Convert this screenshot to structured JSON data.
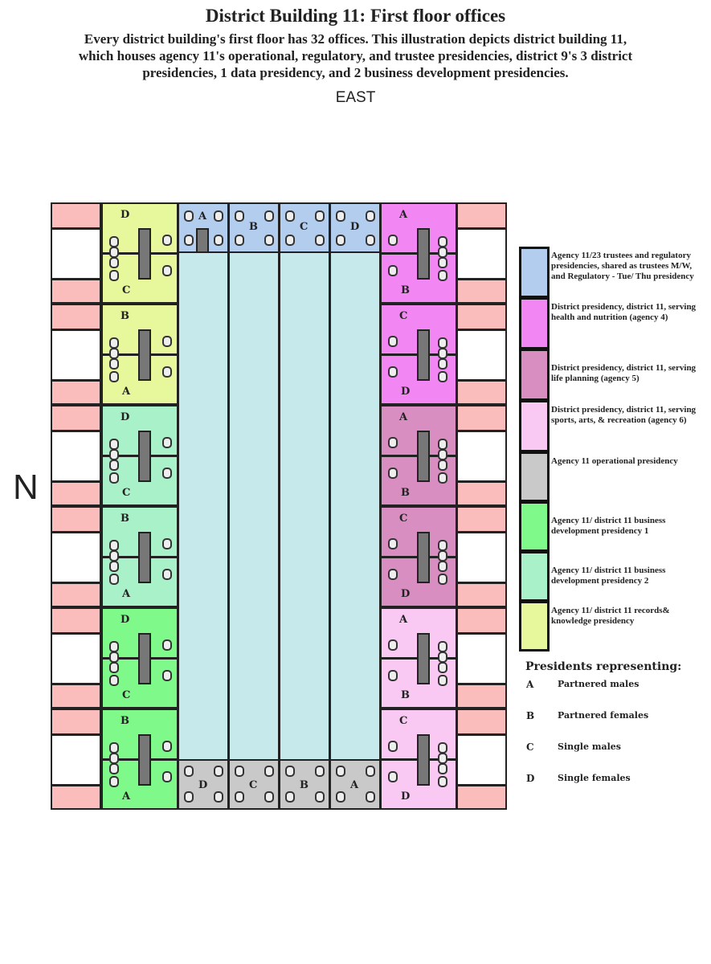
{
  "title": "District Building 11: First floor offices",
  "subtitle": "Every district building's first floor has 32 offices. This illustration depicts district building 11, which houses agency 11's operational, regulatory, and trustee presidencies, district 9's 3 district presidencies, 1 data presidency, and 2 business development presidencies.",
  "east_label": "EAST",
  "north_label": "N",
  "colors": {
    "blue": "#b3cdef",
    "magenta": "#f286f2",
    "mauve": "#d98ec2",
    "pink": "#f9c8f3",
    "gray": "#c9c9c9",
    "green": "#80f98b",
    "mint": "#a9f2c9",
    "yellow": "#e6f89b",
    "corridor": "#c6e9ec",
    "window_pink": "#fbbcbc"
  },
  "top_row": {
    "color": "blue",
    "letters": [
      "A",
      "B",
      "C",
      "D"
    ]
  },
  "bottom_row": {
    "color": "gray",
    "letters": [
      "D",
      "C",
      "B",
      "A"
    ]
  },
  "left_blocks": [
    {
      "color": "yellow",
      "letters": [
        "D",
        "C"
      ]
    },
    {
      "color": "yellow",
      "letters": [
        "B",
        "A"
      ]
    },
    {
      "color": "mint",
      "letters": [
        "D",
        "C"
      ]
    },
    {
      "color": "mint",
      "letters": [
        "B",
        "A"
      ]
    },
    {
      "color": "green",
      "letters": [
        "D",
        "C"
      ]
    },
    {
      "color": "green",
      "letters": [
        "B",
        "A"
      ]
    }
  ],
  "right_blocks": [
    {
      "color": "magenta",
      "letters": [
        "A",
        "B"
      ]
    },
    {
      "color": "magenta",
      "letters": [
        "C",
        "D"
      ]
    },
    {
      "color": "mauve",
      "letters": [
        "A",
        "B"
      ]
    },
    {
      "color": "mauve",
      "letters": [
        "C",
        "D"
      ]
    },
    {
      "color": "pink",
      "letters": [
        "A",
        "B"
      ]
    },
    {
      "color": "pink",
      "letters": [
        "C",
        "D"
      ]
    }
  ],
  "legend": [
    {
      "color": "blue",
      "text": "Agency 11/23 trustees and regulatory presidencies, shared as trustees M/W, and Regulatory - Tue/ Thu presidency"
    },
    {
      "color": "magenta",
      "text": "District presidency, district 11, serving health and nutrition (agency 4)"
    },
    {
      "color": "mauve",
      "text": "District presidency, district 11, serving life planning (agency 5)"
    },
    {
      "color": "pink",
      "text": "District presidency, district 11, serving sports, arts, & recreation (agency 6)"
    },
    {
      "color": "gray",
      "text": "Agency 11 operational presidency"
    },
    {
      "color": "green",
      "text": "Agency 11/ district 11 business development presidency 1"
    },
    {
      "color": "mint",
      "text": "Agency 11/ district 11 business development presidency 2"
    },
    {
      "color": "yellow",
      "text": "Agency 11/ district 11 records& knowledge presidency"
    }
  ],
  "presidents": {
    "heading": "Presidents representing:",
    "items": [
      {
        "letter": "A",
        "label": "Partnered males"
      },
      {
        "letter": "B",
        "label": "Partnered females"
      },
      {
        "letter": "C",
        "label": "Single males"
      },
      {
        "letter": "D",
        "label": "Single females"
      }
    ]
  }
}
